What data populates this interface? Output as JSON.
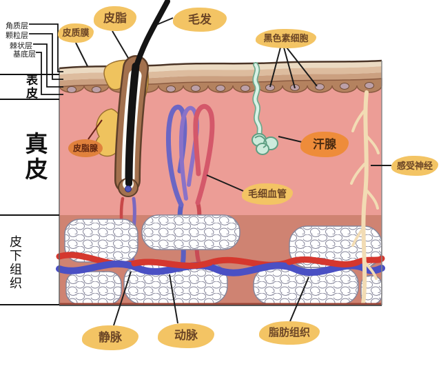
{
  "diagram": {
    "layer_labels": [
      "角质层",
      "颗粒层",
      "棘状层",
      "基底层"
    ],
    "regions": {
      "epidermis": "表皮",
      "dermis": "真皮",
      "subcutis": "皮下组织"
    },
    "callouts": {
      "cuticle_membrane": "皮质膜",
      "sebum": "皮脂",
      "hair": "毛发",
      "melanocytes": "黑色素细胞",
      "sweat_gland": "汗腺",
      "sensory_nerve": "感受神经",
      "capillary": "毛细血管",
      "sebaceous_gland": "皮脂腺",
      "vein": "静脉",
      "artery": "动脉",
      "adipose_tissue": "脂肪组织"
    },
    "colors": {
      "bubble_light": "#F3C464",
      "bubble_orange": "#EE8C3A",
      "bubble_deep": "#E0813C",
      "dermis_pink": "#EC9D96",
      "subcutis_pink": "#CF8372",
      "epidermis_tan": "#DDBC9E",
      "hair_black": "#141414",
      "sebum_yellow": "#EFC35E",
      "sweat_teal": "#CDEBDC",
      "nerve_cream": "#F2DCB4",
      "artery_red": "#D5372E",
      "vein_blue": "#4A50C4"
    }
  }
}
